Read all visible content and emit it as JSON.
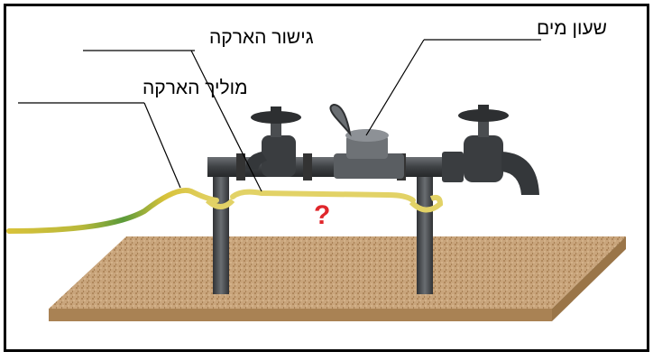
{
  "labels": {
    "water_meter": "שעון מים",
    "grounding_bridge": "גישור הארקה",
    "grounding_conductor": "מוליך הארקה",
    "question_mark": "?"
  },
  "colors": {
    "wire_yellow": "#d8c23a",
    "wire_green": "#5a9a3a",
    "pipe": "#4a4d50",
    "surface": "#c8a47a",
    "question": "#e0262b"
  },
  "icons": [
    "faucet-left-icon",
    "faucet-right-icon",
    "water-meter-icon"
  ]
}
